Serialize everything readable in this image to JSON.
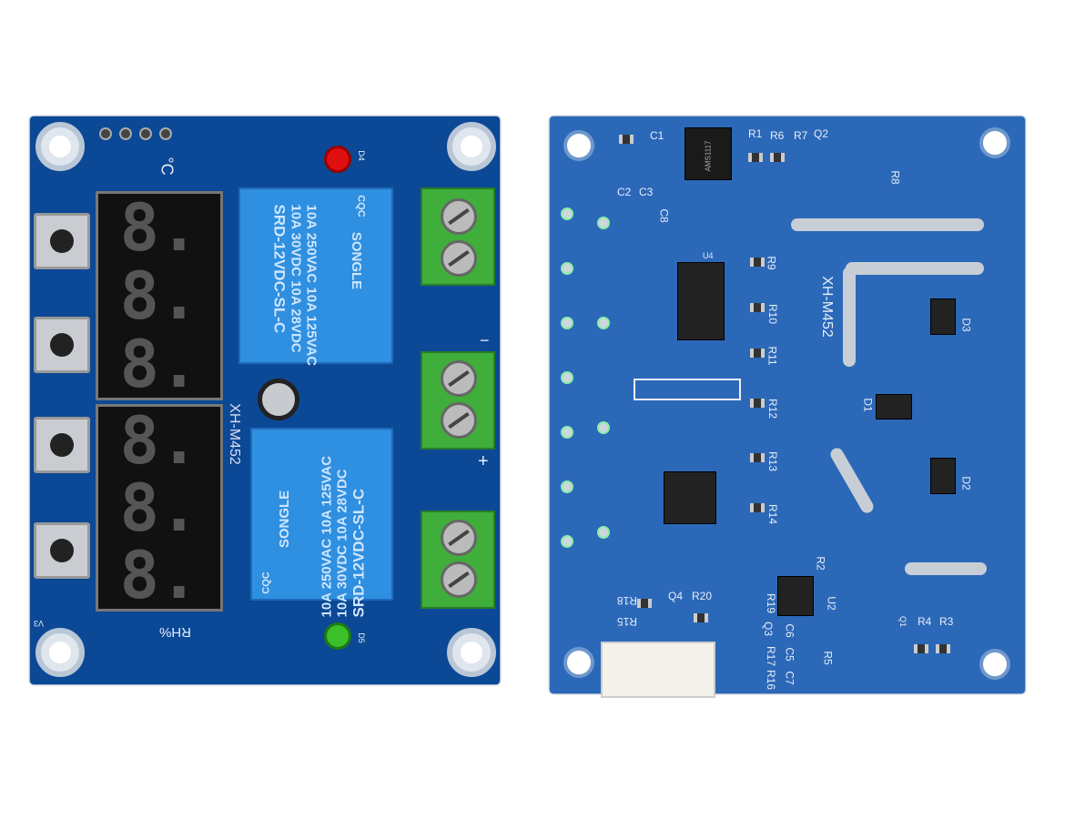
{
  "front": {
    "model": "XH-M452",
    "relay_top": {
      "line1": "10A 250VAC  10A 125VAC",
      "line2": "10A 30VDC  10A 28VDC",
      "line3": "SRD-12VDC-SL-C",
      "brand": "SONGLE",
      "cert": "CQC"
    },
    "relay_bottom": {
      "line1": "10A 250VAC  10A 125VAC",
      "line2": "10A 30VDC  10A 28VDC",
      "line3": "SRD-12VDC-SL-C",
      "brand": "SONGLE",
      "cert": "CQC"
    },
    "display_digits": [
      "8.",
      "8.",
      "8."
    ],
    "label_rh": "RH%",
    "label_c": "°C",
    "label_d4": "D4",
    "label_d5": "D5",
    "label_minus": "−",
    "label_plus": "+",
    "label_v3": "V3"
  },
  "back": {
    "model": "XH-M452",
    "labels": [
      "C1",
      "C2",
      "C3",
      "C8",
      "R1",
      "R6",
      "R7",
      "Q2",
      "R8",
      "U4",
      "R9",
      "R10",
      "R11",
      "R12",
      "R13",
      "R14",
      "D1",
      "D2",
      "D3",
      "R2",
      "U2",
      "R18",
      "R15",
      "Q4",
      "R20",
      "R19",
      "Q3",
      "R17",
      "R16",
      "C6",
      "C5",
      "C7",
      "R5",
      "Q1",
      "R4",
      "R3"
    ],
    "regulator": "AMS1117"
  }
}
